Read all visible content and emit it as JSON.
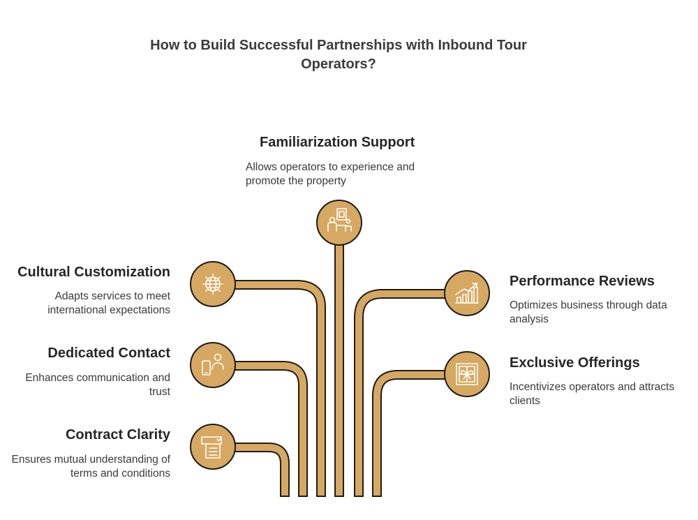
{
  "title": "How to Build Successful Partnerships with Inbound Tour Operators?",
  "colors": {
    "pipe_fill": "#d6a861",
    "outline": "#1c1c1c",
    "icon_stroke": "#ffffff"
  },
  "nodes": [
    {
      "id": "familiarization",
      "heading": "Familiarization Support",
      "description": "Allows operators to experience and promote the property",
      "icon": "presentation-icon"
    },
    {
      "id": "cultural",
      "heading": "Cultural Customization",
      "description": "Adapts services to meet international expectations",
      "icon": "globe-icon"
    },
    {
      "id": "contact",
      "heading": "Dedicated Contact",
      "description": "Enhances communication and trust",
      "icon": "phone-contact-icon"
    },
    {
      "id": "contract",
      "heading": "Contract Clarity",
      "description": "Ensures mutual understanding of terms and conditions",
      "icon": "contract-document-icon"
    },
    {
      "id": "performance",
      "heading": "Performance Reviews",
      "description": "Optimizes business through data analysis",
      "icon": "growth-chart-icon"
    },
    {
      "id": "exclusive",
      "heading": "Exclusive Offerings",
      "description": "Incentivizes operators and attracts clients",
      "icon": "gift-box-icon"
    }
  ]
}
